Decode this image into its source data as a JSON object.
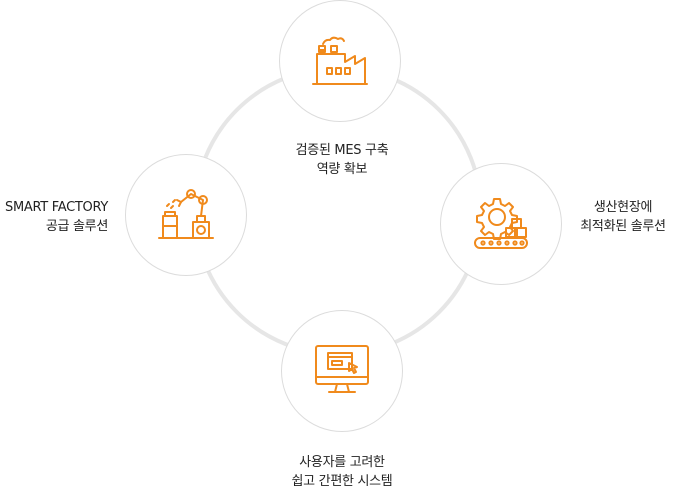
{
  "colors": {
    "accent": "#f08a1c",
    "ring": "#e6e6e6",
    "node_border": "#dcdcdc",
    "text": "#222222"
  },
  "nodes": [
    {
      "id": "top",
      "icon": "factory-icon",
      "lines": [
        "검증된 MES 구축",
        "역량 확보"
      ]
    },
    {
      "id": "left",
      "icon": "robot-arm-icon",
      "lines": [
        "SMART FACTORY",
        "공급 솔루션"
      ]
    },
    {
      "id": "right",
      "icon": "gear-conveyor-icon",
      "lines": [
        "생산현장에",
        "최적화된 솔루션"
      ]
    },
    {
      "id": "bottom",
      "icon": "monitor-icon",
      "lines": [
        "사용자를 고려한",
        "쉽고 간편한 시스템"
      ]
    }
  ]
}
